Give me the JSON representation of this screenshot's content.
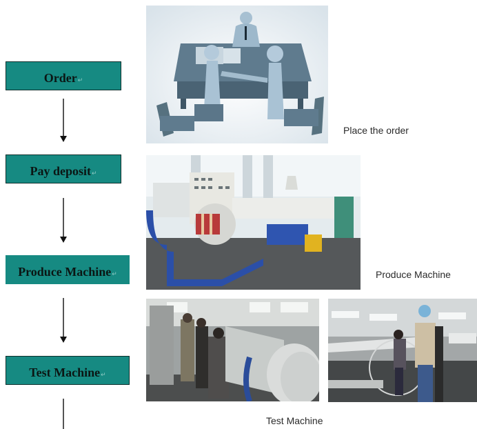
{
  "flow": {
    "steps": [
      {
        "label": "Order",
        "marker": "↵"
      },
      {
        "label": "Pay deposit",
        "marker": "↵"
      },
      {
        "label": "Produce Machine",
        "marker": "↵"
      },
      {
        "label": "Test Machine",
        "marker": "↵"
      }
    ],
    "colors": {
      "box_fill": "#168a82",
      "box_border": "#0d2e2b",
      "text": "#0b1614",
      "arrow": "#555555"
    }
  },
  "captions": {
    "order": "Place the order",
    "produce": "Produce Machine",
    "test": "Test Machine"
  },
  "photos": [
    {
      "subject": "3D figures shaking hands over office desk"
    },
    {
      "subject": "Foam extrusion production line in factory"
    },
    {
      "subject": "Customers inspecting machine during test run"
    },
    {
      "subject": "Customers watching foam output during test"
    }
  ]
}
